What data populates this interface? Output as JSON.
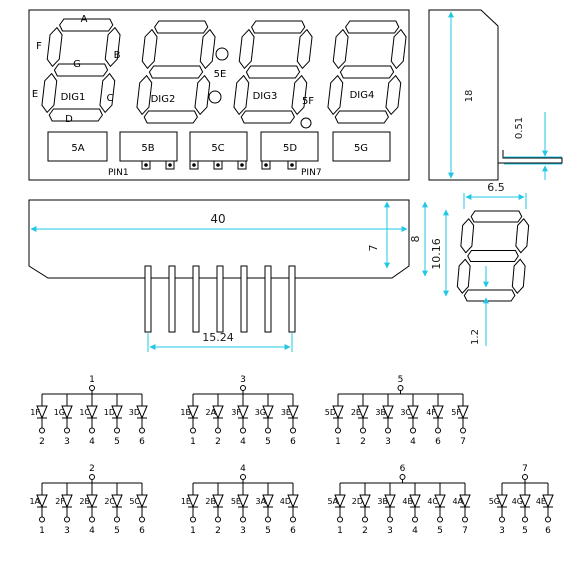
{
  "top_view": {
    "segment_letters": [
      "A",
      "B",
      "C",
      "D",
      "E",
      "F",
      "G"
    ],
    "digit_labels": [
      "DIG1",
      "DIG2",
      "DIG3",
      "DIG4"
    ],
    "indicator_labels": [
      "5E",
      "5F"
    ],
    "box_labels": [
      "5A",
      "5B",
      "5C",
      "5D",
      "5G"
    ],
    "pin_left_label": "PIN1",
    "pin_right_label": "PIN7"
  },
  "dimensions": {
    "height": "18",
    "pin_thickness": "0.51",
    "digit_width": "6.5",
    "length": "40",
    "body_height": "7",
    "overall_height": "8",
    "digit_height": "10.16",
    "pin_pitch_span": "15.24",
    "segment_width": "1.2"
  },
  "circuit": {
    "groups": [
      {
        "common": "1",
        "segments": [
          "1F",
          "1G",
          "1C",
          "1D",
          "3D"
        ],
        "pins": [
          "2",
          "3",
          "4",
          "5",
          "6"
        ]
      },
      {
        "common": "3",
        "segments": [
          "1B",
          "2A",
          "3F",
          "3G",
          "3E"
        ],
        "pins": [
          "1",
          "2",
          "4",
          "5",
          "6"
        ]
      },
      {
        "common": "5",
        "segments": [
          "5D",
          "2E",
          "3B",
          "3C",
          "4F",
          "5F"
        ],
        "pins": [
          "1",
          "2",
          "3",
          "4",
          "6",
          "7"
        ]
      },
      {
        "common": "2",
        "segments": [
          "1A",
          "2F",
          "2B",
          "2C",
          "5C"
        ],
        "pins": [
          "1",
          "3",
          "4",
          "5",
          "6"
        ]
      },
      {
        "common": "4",
        "segments": [
          "1E",
          "2B",
          "5E",
          "3A",
          "4D"
        ],
        "pins": [
          "1",
          "2",
          "3",
          "5",
          "6"
        ]
      },
      {
        "common": "6",
        "segments": [
          "5A",
          "2D",
          "3B",
          "4B",
          "4C",
          "4A"
        ],
        "pins": [
          "1",
          "2",
          "3",
          "4",
          "5",
          "7"
        ]
      },
      {
        "common": "7",
        "segments": [
          "5G",
          "4G",
          "4E"
        ],
        "pins": [
          "3",
          "5",
          "6"
        ]
      }
    ]
  },
  "colors": {
    "dimension_line": "#22c7e6",
    "outline": "#000000"
  }
}
